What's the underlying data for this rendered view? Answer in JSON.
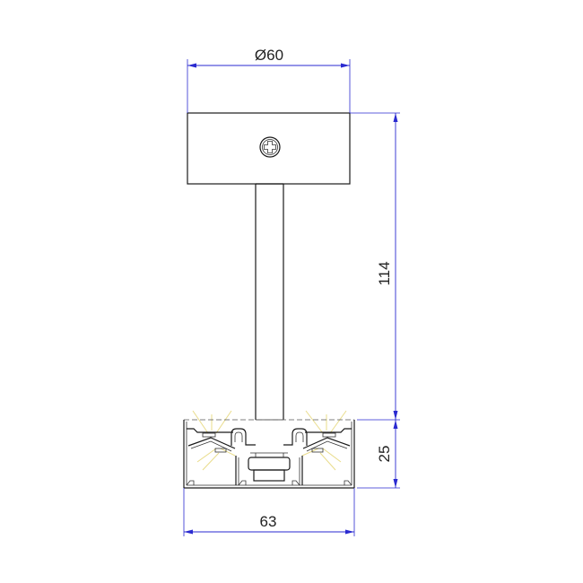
{
  "dimensions": {
    "canopy_diameter": "Ø60",
    "suspension_height": "114",
    "profile_height": "25",
    "profile_width": "63"
  },
  "colors": {
    "outline": "#1a1a1a",
    "dimension_lines": "#2a2ad0",
    "light_rays": "#e9dc8a",
    "profile_fill": "#ffffff"
  }
}
